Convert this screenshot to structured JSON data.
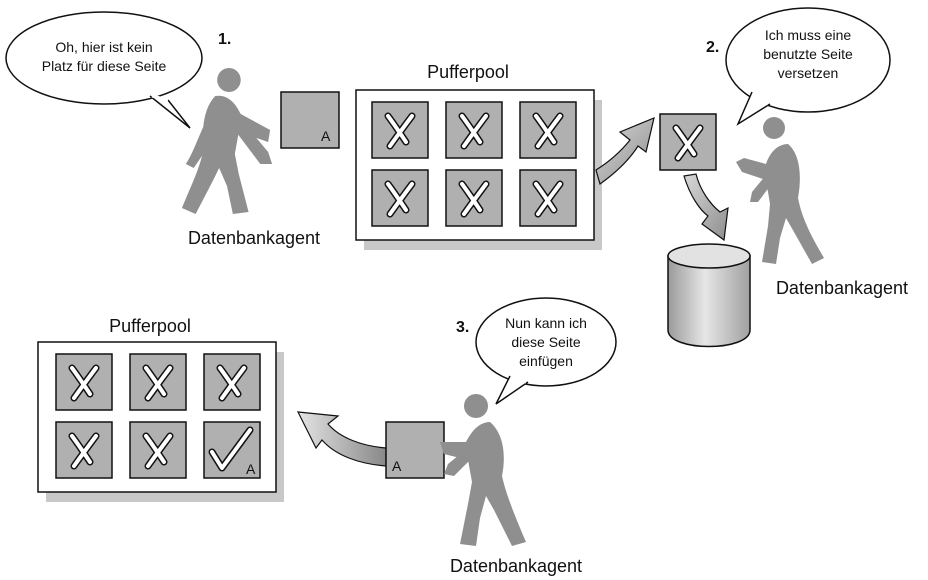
{
  "step1": {
    "number": "1.",
    "speech_line1": "Oh, hier ist kein",
    "speech_line2": "Platz für diese Seite",
    "agent_label": "Datenbankagent",
    "page_letter": "A"
  },
  "pool_top": {
    "title": "Pufferpool"
  },
  "step2": {
    "number": "2.",
    "speech_line1": "Ich muss eine",
    "speech_line2": "benutzte Seite",
    "speech_line3": "versetzen",
    "agent_label": "Datenbankagent"
  },
  "step3": {
    "number": "3.",
    "speech_line1": "Nun kann ich",
    "speech_line2": "diese Seite",
    "speech_line3": "einfügen",
    "agent_label": "Datenbankagent",
    "page_letter": "A"
  },
  "pool_bottom": {
    "title": "Pufferpool",
    "page_letter": "A"
  },
  "colors": {
    "figure": "#8f8f8f",
    "page_fill": "#b0b0b0",
    "arrow_fill": "#a8a8a8",
    "pool_shadow": "#c8c8c8",
    "icons": [
      "x-mark-icon",
      "check-mark-icon",
      "person-icon",
      "database-cylinder-icon"
    ]
  }
}
